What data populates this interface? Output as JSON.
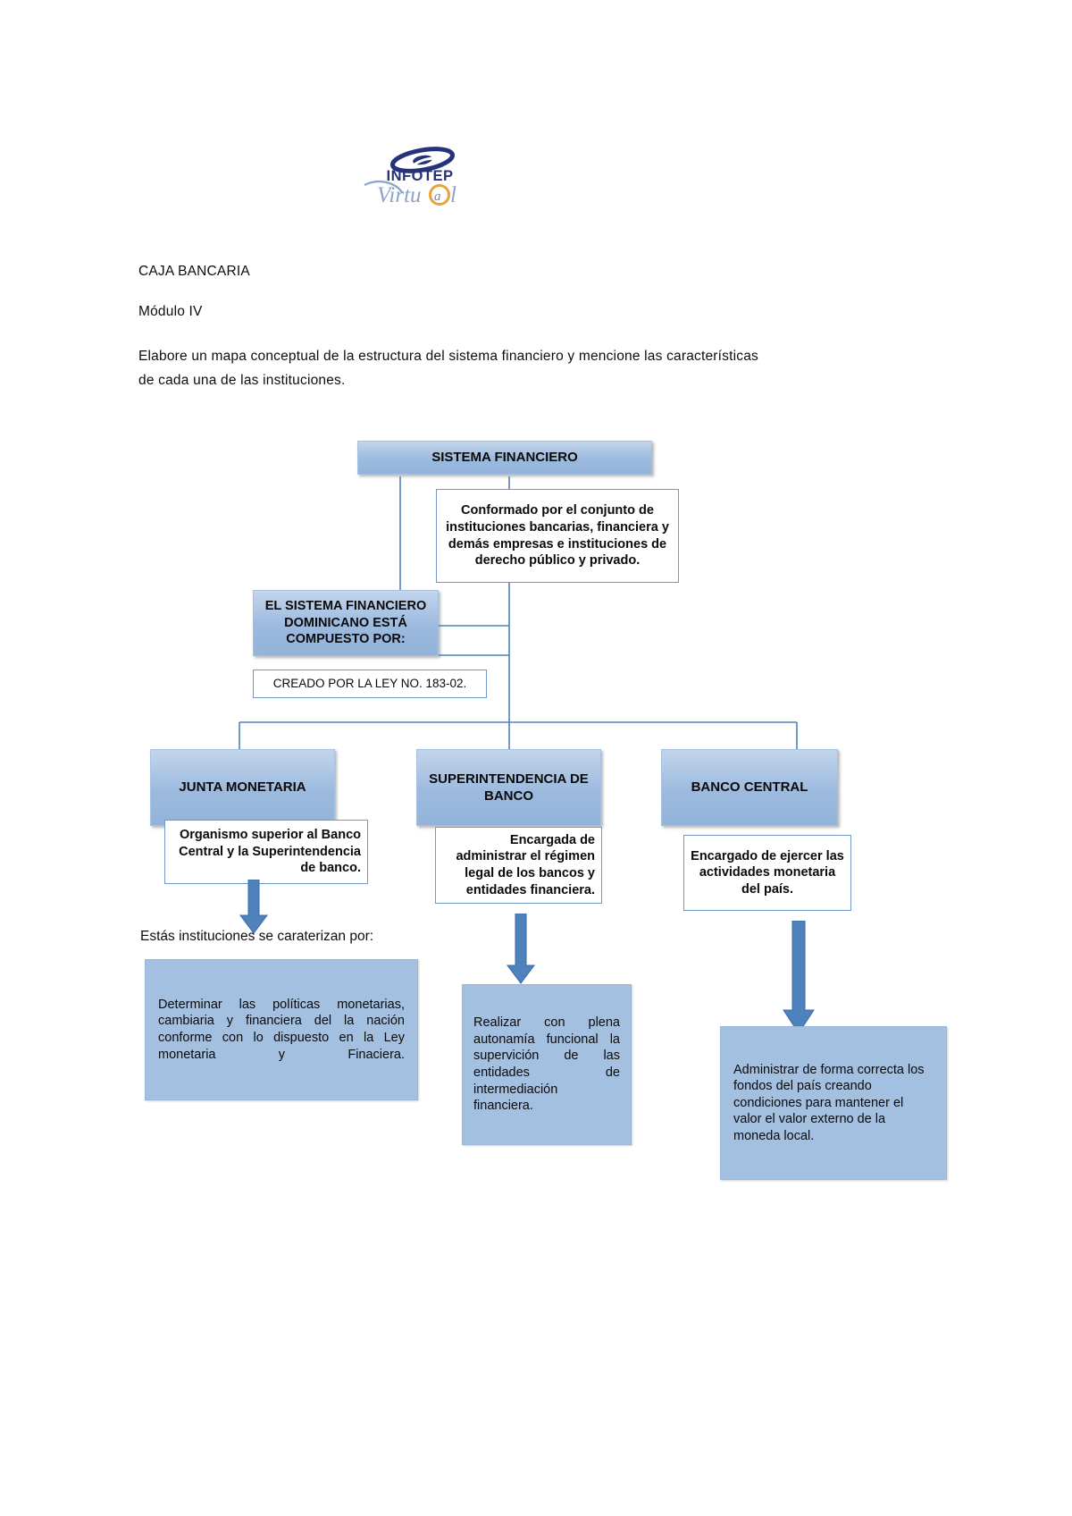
{
  "document": {
    "logo": {
      "name": "infotep-virtual-logo",
      "primary_text": "INFOTEP",
      "script_text": "Virtu@l",
      "colors": {
        "blue": "#1f2f6e",
        "orange": "#e8a33d",
        "script_blue": "#8ba3c7"
      }
    },
    "heading": "CAJA BANCARIA",
    "subheading": "Módulo IV",
    "prompt": "Elabore un mapa conceptual de la estructura del sistema financiero y mencione las características de cada  una de las instituciones."
  },
  "diagram": {
    "title": "Mapa conceptual del sistema financiero",
    "accent_color": "#4f81bd",
    "box_fill": "#9cbade",
    "nodes": {
      "root": "SISTEMA FINANCIERO",
      "root_desc": "Conformado por el conjunto de instituciones bancarias, financiera y demás empresas e instituciones de derecho público y privado.",
      "composed": "EL SISTEMA FINANCIERO DOMINICANO ESTÁ COMPUESTO POR:",
      "law": "CREADO POR LA LEY NO. 183-02.",
      "branch1": "JUNTA MONETARIA",
      "branch1_desc": "Organismo superior al Banco Central y la Superintendencia de banco.",
      "branch1_detail": "Determinar las políticas monetarias, cambiaria y financiera del la nación conforme con lo dispuesto en la Ley monetaria y Finaciera.",
      "branch2_line1": "SUPERINTENDENCIA DE",
      "branch2_line2": "BANCO",
      "branch2_desc": "Encargada de administrar el régimen legal de los bancos y entidades financiera.",
      "branch2_detail": "Realizar con plena autonamía funcional la supervición de las entidades de intermediación financiera.",
      "branch3": "BANCO CENTRAL",
      "branch3_desc": "Encargado de ejercer las actividades monetaria del país.",
      "branch3_detail": "Administrar de forma correcta los fondos del país  creando condiciones para mantener el valor el valor externo de la moneda local."
    },
    "caption": "Estás instituciones se caraterizan por:"
  }
}
